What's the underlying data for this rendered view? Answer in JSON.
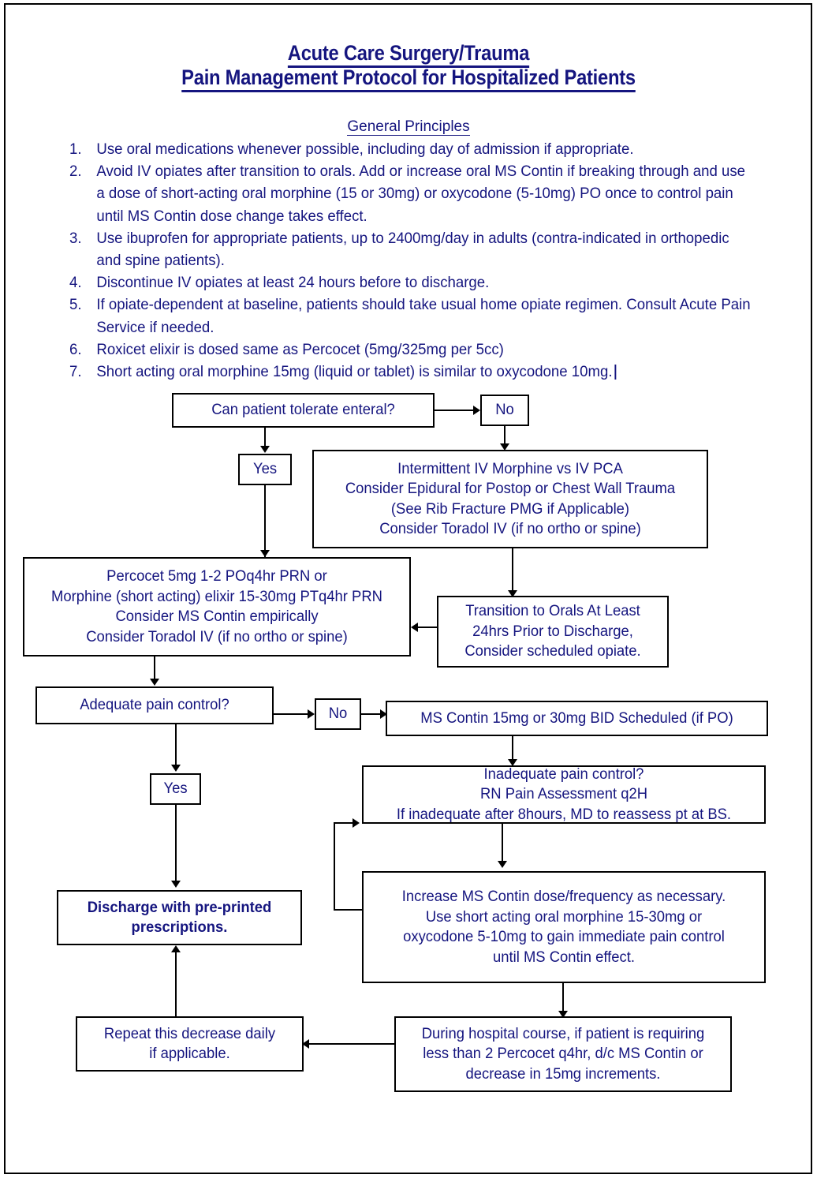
{
  "page": {
    "title_line1": "Acute Care Surgery/Trauma",
    "title_line2": "Pain Management Protocol for Hospitalized Patients",
    "section_heading": "General Principles",
    "text_color": "#15157f",
    "border_color": "#000000"
  },
  "principles": [
    {
      "num": "1.",
      "text": "Use oral medications whenever possible, including day of admission if appropriate."
    },
    {
      "num": "2.",
      "text": "Avoid IV opiates after transition to orals. Add or increase oral MS Contin if breaking through and use a dose of short-acting oral morphine (15 or 30mg) or oxycodone (5-10mg) PO once to control pain until MS Contin dose change takes effect."
    },
    {
      "num": "3.",
      "text": "Use ibuprofen for appropriate patients, up to 2400mg/day in adults (contra-indicated in orthopedic and spine patients)."
    },
    {
      "num": "4.",
      "text": "Discontinue IV opiates at least 24 hours before to discharge."
    },
    {
      "num": "5.",
      "text": "If opiate-dependent at baseline, patients should take usual home opiate regimen. Consult Acute Pain Service if needed."
    },
    {
      "num": "6.",
      "text": "Roxicet elixir is dosed same as Percocet (5mg/325mg per 5cc)"
    },
    {
      "num": "7.",
      "text": "Short acting oral morphine 15mg (liquid or tablet) is similar to oxycodone 10mg."
    }
  ],
  "flowchart": {
    "type": "flowchart",
    "nodes": {
      "tolerate_enteral": "Can patient tolerate enteral?",
      "no_1": "No",
      "yes_1": "Yes",
      "iv_options": "Intermittent IV Morphine vs IV PCA\nConsider Epidural for Postop or Chest Wall Trauma\n(See Rib Fracture PMG if Applicable)\nConsider Toradol IV (if no ortho or spine)",
      "oral_regimen": "Percocet 5mg 1-2 POq4hr PRN or\nMorphine (short acting) elixir 15-30mg PTq4hr PRN\nConsider MS Contin empirically\nConsider Toradol IV (if no ortho or spine)",
      "transition_orals": "Transition to Orals At Least\n24hrs Prior to Discharge,\nConsider scheduled opiate.",
      "adequate_pain": "Adequate pain control?",
      "no_2": "No",
      "yes_2": "Yes",
      "ms_contin_sched": "MS Contin 15mg or 30mg BID Scheduled (if PO)",
      "inadequate_pain": "Inadequate pain control?\nRN Pain Assessment q2H\nIf inadequate after 8hours, MD to reassess pt at BS.",
      "increase_ms_contin": "Increase MS Contin dose/frequency as necessary.\nUse short acting oral morphine 15-30mg or\noxycodone 5-10mg to gain immediate pain control\nuntil MS Contin effect.",
      "discharge": "Discharge with pre-printed\nprescriptions.",
      "repeat_decrease": "Repeat this decrease daily\nif applicable.",
      "during_course": "During hospital course, if patient is requiring\nless than 2 Percocet q4hr, d/c MS Contin or\ndecrease in 15mg increments."
    }
  }
}
